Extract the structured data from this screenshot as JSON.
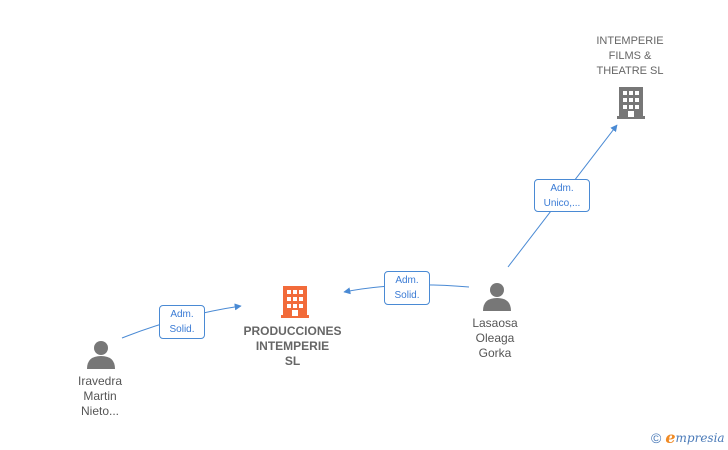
{
  "nodes": {
    "intemperie_films": {
      "label": "INTEMPERIE\nFILMS &\nTHEATRE  SL",
      "type": "company"
    },
    "producciones": {
      "label": "PRODUCCIONES\nINTEMPERIE\nSL",
      "type": "company-main",
      "color": "#f26b3a"
    },
    "lasaosa": {
      "label": "Lasaosa\nOleaga\nGorka",
      "type": "person"
    },
    "iravedra": {
      "label": "Iravedra\nMartin\nNieto...",
      "type": "person"
    }
  },
  "edges": {
    "lasaosa_to_films": {
      "label": "Adm.\nUnico,..."
    },
    "lasaosa_to_producciones": {
      "label": "Adm.\nSolid."
    },
    "iravedra_to_producciones": {
      "label": "Adm.\nSolid."
    }
  },
  "footer": {
    "copyright": "©",
    "brand_first": "e",
    "brand_rest": "mpresia"
  },
  "colors": {
    "edge": "#4a8ad4",
    "icon_gray": "#777777",
    "icon_main": "#f26b3a"
  }
}
